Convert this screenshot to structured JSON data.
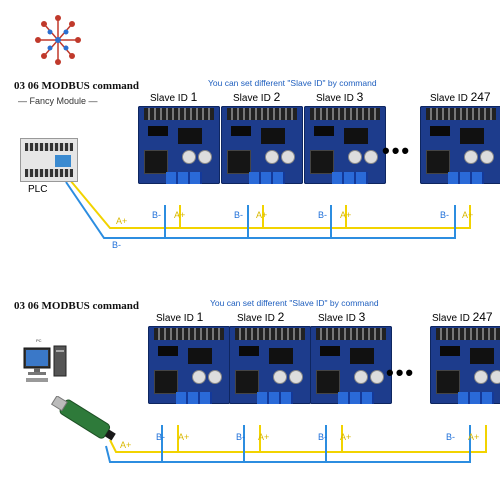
{
  "logo_text": "Fancy Module",
  "panels": [
    {
      "title": "03 06 MODBUS command",
      "subtitle": "You can set different \"Slave ID\" by command",
      "controller_label": "PLC",
      "modules": [
        {
          "prefix": "Slave ID ",
          "id": "1"
        },
        {
          "prefix": "Slave ID ",
          "id": "2"
        },
        {
          "prefix": "Slave ID ",
          "id": "3"
        },
        {
          "prefix": "Slave ID ",
          "id": "247"
        }
      ],
      "ellipsis": "•••",
      "wire_a": "A+",
      "wire_b": "B-"
    },
    {
      "title": "03 06 MODBUS command",
      "subtitle": "You can set different \"Slave ID\" by command",
      "controller_label": "PC",
      "modules": [
        {
          "prefix": "Slave ID ",
          "id": "1"
        },
        {
          "prefix": "Slave ID ",
          "id": "2"
        },
        {
          "prefix": "Slave ID ",
          "id": "3"
        },
        {
          "prefix": "Slave ID ",
          "id": "247"
        }
      ],
      "ellipsis": "•••",
      "wire_a": "A+",
      "wire_b": "B-"
    }
  ],
  "colors": {
    "wire_a": "#f2d300",
    "wire_b": "#2c8de0",
    "board": "#1d3c8c",
    "subtitle": "#1f5fbf"
  }
}
